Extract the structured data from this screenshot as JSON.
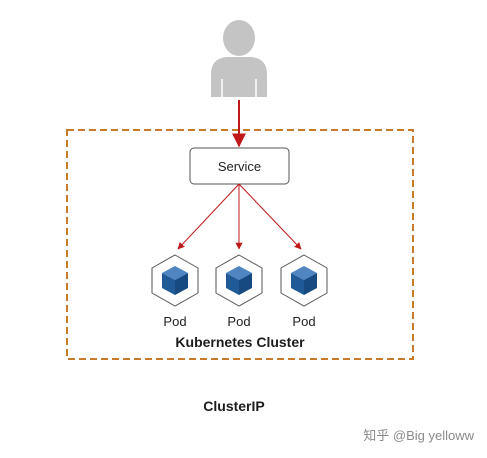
{
  "service": {
    "label": "Service"
  },
  "pods": [
    {
      "label": "Pod"
    },
    {
      "label": "Pod"
    },
    {
      "label": "Pod"
    }
  ],
  "cluster": {
    "label": "Kubernetes Cluster"
  },
  "caption": "ClusterIP",
  "watermark": "知乎 @Big yelloww",
  "icons": {
    "user": "user-icon",
    "pod": "pod-cube-icon"
  },
  "colors": {
    "cluster_border": "#c77a2a",
    "arrow": "#c0191a",
    "pod_cube": "#1f5a96",
    "user_icon": "#c4c4c4"
  }
}
